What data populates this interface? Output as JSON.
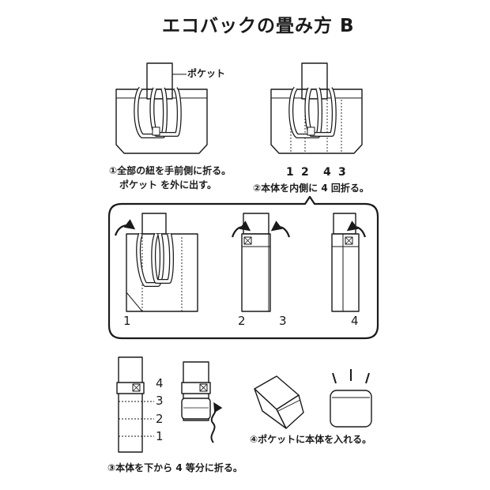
{
  "title": "エコバックの畳み方 B",
  "labels": {
    "pocket": "ポケット",
    "step1_line1": "①全部の紐を手前側に折る。",
    "step1_line2": "ポケット を外に出す。",
    "step2": "②本体を内側に 4 回折る。",
    "step3": "③本体を下から 4 等分に折る。",
    "step4": "④ポケットに本体を入れる。"
  },
  "fold_order_numbers": [
    "1",
    "2",
    "4",
    "3"
  ],
  "panel_numbers": [
    "1",
    "2",
    "3",
    "4"
  ],
  "quarter_numbers": [
    "4",
    "3",
    "2",
    "1"
  ]
}
